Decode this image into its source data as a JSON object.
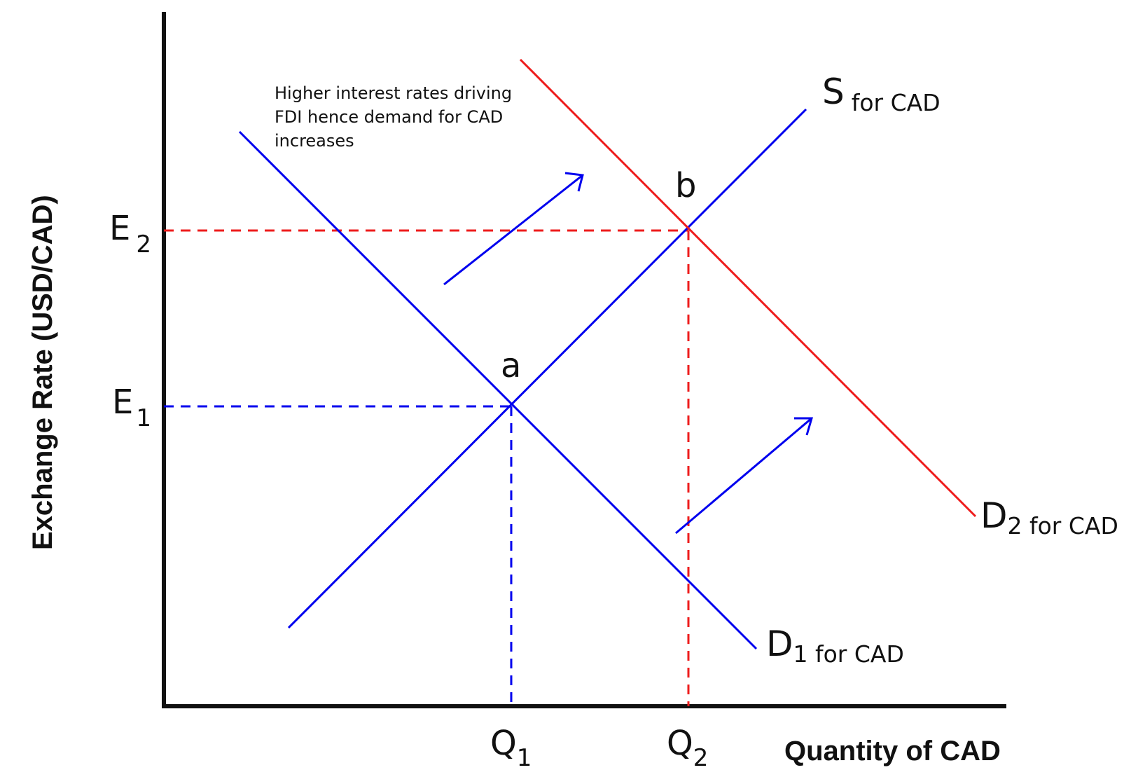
{
  "axes": {
    "x_title": "Quantity of CAD",
    "y_title": "Exchange Rate (USD/CAD)"
  },
  "y_ticks": {
    "e1": {
      "base": "E",
      "sub": "1"
    },
    "e2": {
      "base": "E",
      "sub": "2"
    }
  },
  "x_ticks": {
    "q1": {
      "base": "Q",
      "sub": "1"
    },
    "q2": {
      "base": "Q",
      "sub": "2"
    }
  },
  "curves": {
    "supply": {
      "base": "S",
      "sub": "for CAD",
      "color": "#0000ee"
    },
    "demand1": {
      "base": "D",
      "sub": "1 for CAD",
      "color": "#0000ee"
    },
    "demand2": {
      "base": "D",
      "sub": "2 for CAD",
      "color": "#ee1c1c"
    }
  },
  "points": {
    "a": "a",
    "b": "b"
  },
  "annotation": {
    "line1": "Higher interest rates driving",
    "line2": "FDI hence demand for CAD",
    "line3": "increases"
  },
  "colors": {
    "axis": "#111111",
    "blue": "#0000ee",
    "red": "#ee1c1c"
  }
}
